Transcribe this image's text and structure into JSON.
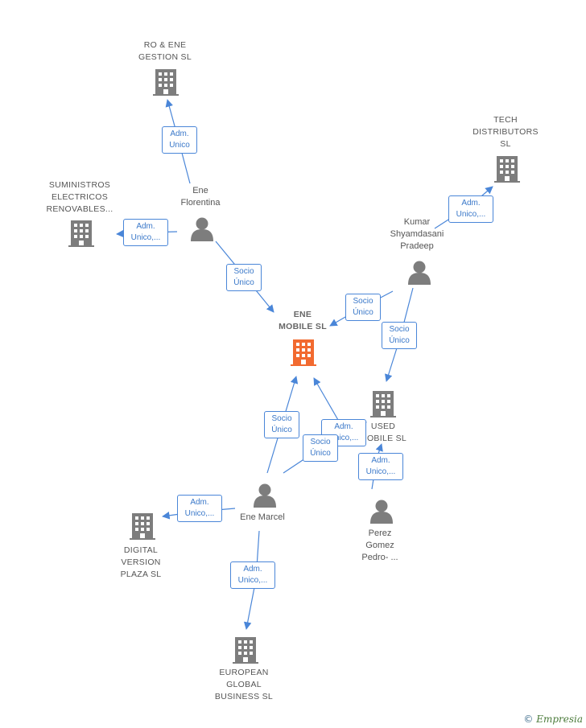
{
  "colors": {
    "edge": "#4a86d8",
    "node_gray": "#7d7d7d",
    "center": "#f26a30"
  },
  "nodes": {
    "ro_ene": "RO & ENE\nGESTION  SL",
    "tech": "TECH\nDISTRIBUTORS\nSL",
    "suministros": "SUMINISTROS\nELECTRICOS\nRENOVABLES...",
    "ene_florentina": "Ene\nFlorentina",
    "kumar": "Kumar\nShyamdasani\nPradeep",
    "ene_mobile": "ENE\nMOBILE  SL",
    "used_mobile": "USED\nMOBILE  SL",
    "ene_marcel": "Ene Marcel",
    "perez": "Perez\nGomez\nPedro- ...",
    "digital": "DIGITAL\nVERSION\nPLAZA  SL",
    "european": "EUROPEAN\nGLOBAL\nBUSINESS  SL"
  },
  "edges": {
    "florentina_ro": "Adm.\nUnico",
    "kumar_tech": "Adm.\nUnico,...",
    "florentina_suministros": "Adm.\nUnico,...",
    "florentina_mobile": "Socio\nÚnico",
    "kumar_mobile": "Socio\nÚnico",
    "kumar_used": "Socio\nÚnico",
    "marcel_mobile": "Socio\nÚnico",
    "marcel_used_adm": "Adm.\nUnico,...",
    "marcel_used_socio": "Socio\nÚnico",
    "perez_used": "Adm.\nUnico,...",
    "marcel_digital": "Adm.\nUnico,...",
    "marcel_european": "Adm.\nUnico,..."
  },
  "icons": {
    "company": "building-icon",
    "person": "person-icon"
  },
  "watermark": {
    "symbol": "©",
    "brand": "Empresia"
  }
}
